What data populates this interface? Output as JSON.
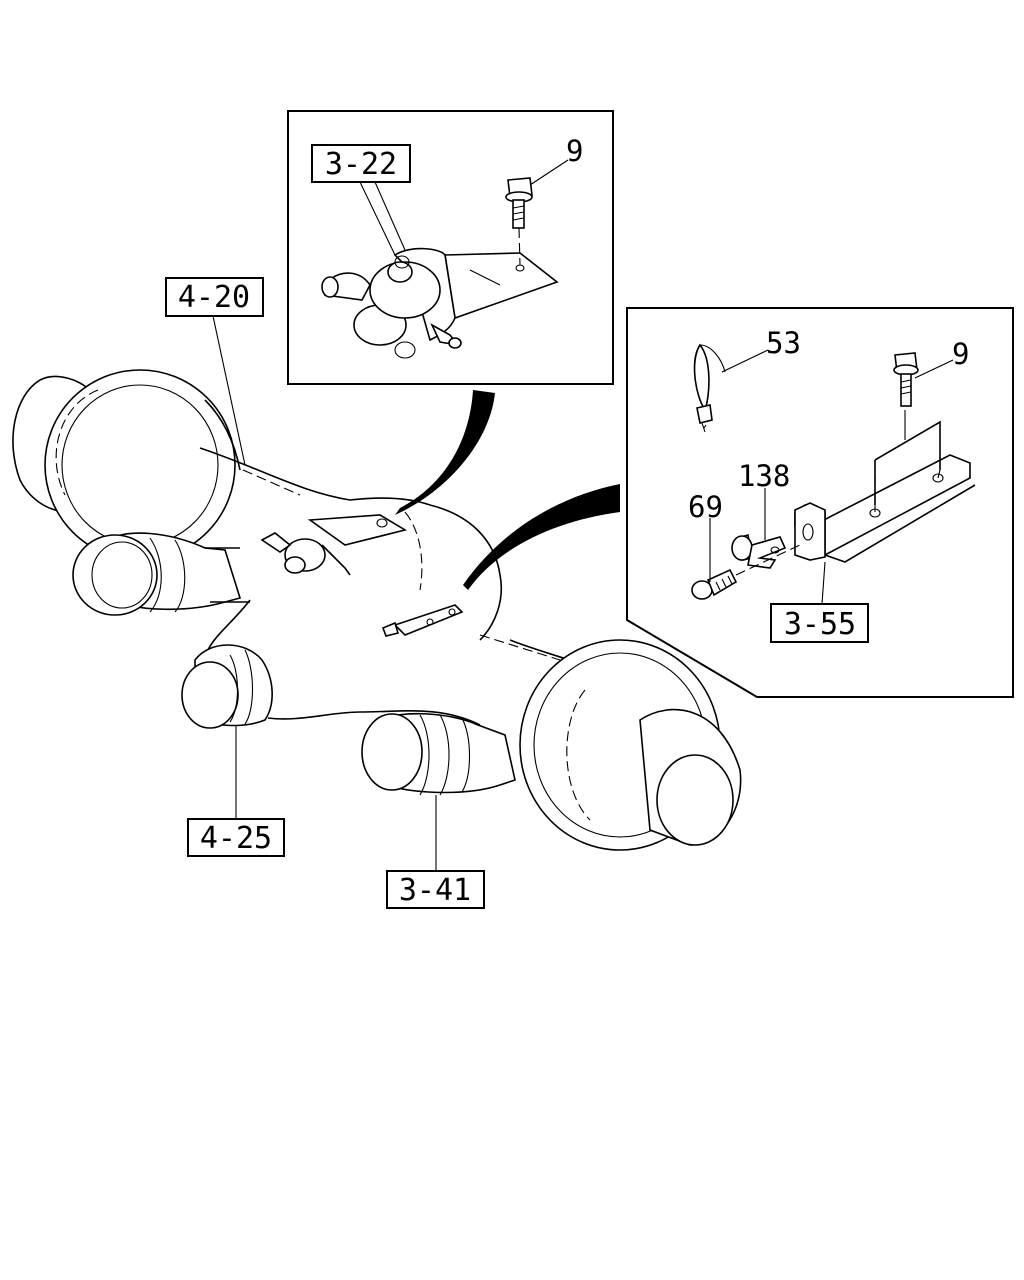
{
  "callouts": {
    "c_4_20": "4-20",
    "c_3_22": "3-22",
    "c_3_55": "3-55",
    "c_4_25": "4-25",
    "c_3_41": "3-41"
  },
  "part_numbers": {
    "p9_top": "9",
    "p53": "53",
    "p9_right": "9",
    "p138": "138",
    "p69": "69"
  }
}
